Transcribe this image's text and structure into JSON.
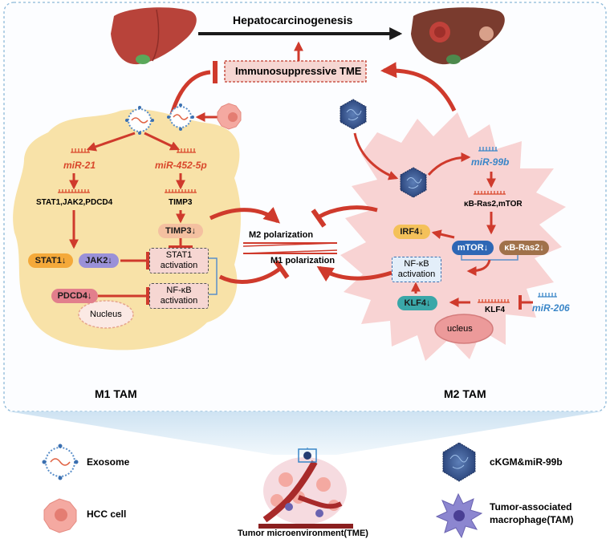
{
  "title": "Hepatocarcinogenesis",
  "tme_box": "Immunosuppressive TME",
  "m1": {
    "label": "M1 TAM",
    "mir21": "miR-21",
    "mir452": "miR-452-5p",
    "targets1": "STAT1,JAK2,PDCD4",
    "targets2": "TIMP3",
    "timp3_down": "TIMP3↓",
    "stat1_down": "STAT1↓",
    "jak2_down": "JAK2↓",
    "pdcd4_down": "PDCD4↓",
    "stat1_act_1": "STAT1",
    "stat1_act_2": "activation",
    "nfkb_act_1": "NF-κB",
    "nfkb_act_2": "activation",
    "nucleus": "Nucleus"
  },
  "center": {
    "m2_polarization": "M2 polarization",
    "m1_polarization": "M1 polarization"
  },
  "m2": {
    "label": "M2 TAM",
    "mir99b": "miR-99b",
    "targets": "κB-Ras2,mTOR",
    "irf4_down": "IRF4↓",
    "mtor_down": "mTOR↓",
    "kbras2_down": "κB-Ras2↓",
    "nfkb_act_1": "NF-κB",
    "nfkb_act_2": "activation",
    "klf4_down": "KLF4↓",
    "klf4": "KLF4",
    "mir206": "miR-206",
    "nucleus": "ucleus"
  },
  "legend": {
    "exosome": "Exosome",
    "hcc_cell": "HCC cell",
    "ckgm": "cKGM&miR-99b",
    "tam_1": "Tumor-associated",
    "tam_2": "macrophage(TAM)",
    "tme_caption": "Tumor microenvironment(TME)"
  },
  "colors": {
    "arrow_red": "#cf3a2c",
    "m1_cell": "#f8e2a8",
    "m2_cell": "#f8d3d3",
    "frame_blue": "#8bb8d8",
    "mir_red": "#d9472b",
    "mir_blue": "#3a86c8"
  },
  "icons": [
    "healthy-liver-icon",
    "tumor-liver-icon",
    "exosome-icon",
    "hcc-cell-icon",
    "ckgm-nanoparticle-icon",
    "macrophage-icon",
    "tme-vessel-icon",
    "mirna-icon"
  ]
}
